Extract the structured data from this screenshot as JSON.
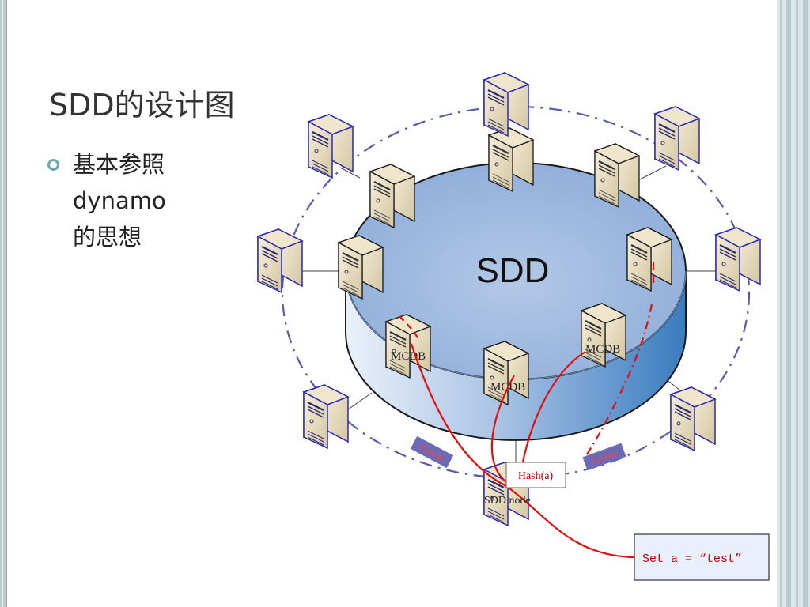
{
  "slide": {
    "title": "SDD的设计图",
    "bullet": "基本参照\ndynamo\n的思想"
  },
  "diagram": {
    "center_label": "SDD",
    "mcdb_label": "MCDB",
    "sdd_node_label": "SDD node",
    "hash_label": "Hash(a)",
    "gossip_label": "Gossip",
    "command_label": "Set a = “test”"
  },
  "colors": {
    "disk_top": "#a8c0e2",
    "disk_side": "#3a7cc0",
    "ring": "#5a5aa8",
    "request_line": "#e01010",
    "gossip_fill": "#6b6bb5",
    "accent_bullet": "#69a6b4",
    "edge": "#b9cccc"
  }
}
